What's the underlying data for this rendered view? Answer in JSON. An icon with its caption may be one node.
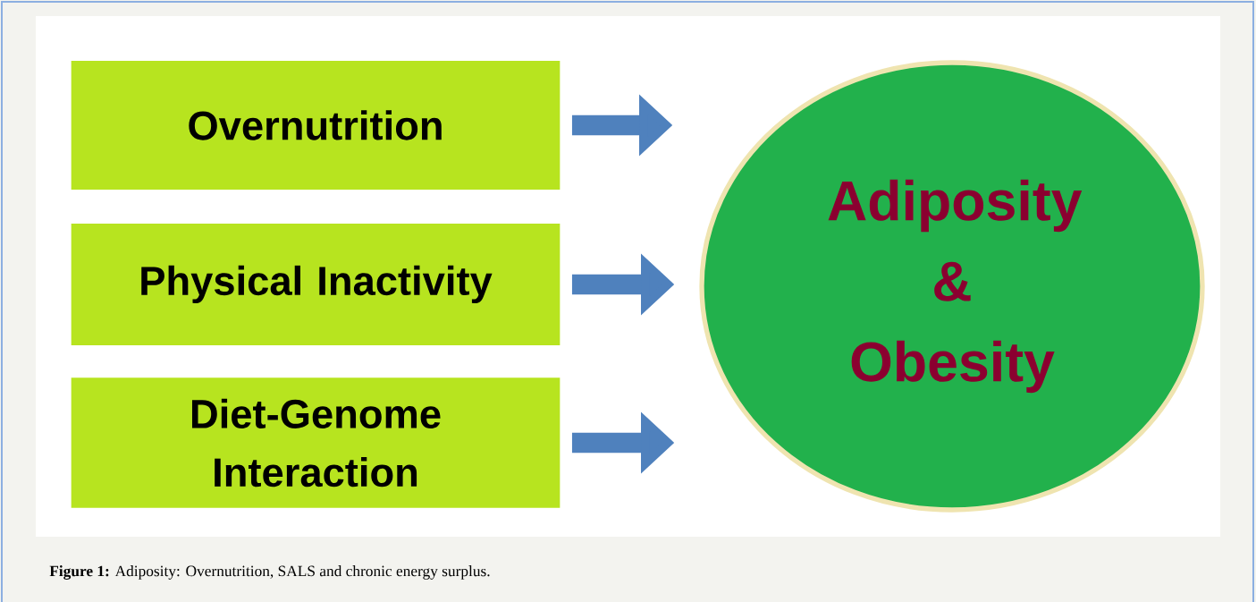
{
  "diagram": {
    "caption": "**Figure 1:** Adiposity: Overnutrition, SALS and chronic energy surplus.",
    "nodes": [
      {
        "text": [
          "Overnutrition"
        ]
      },
      {
        "text": [
          "Physical Inactivity"
        ]
      },
      {
        "text": [
          "Diet-Genome Interaction"
        ]
      },
      {
        "text": [
          "Adiposity & Obesity"
        ]
      }
    ],
    "edges": [
      {
        "from": 0,
        "to": 3,
        "arrow": "to"
      },
      {
        "from": 1,
        "to": 3,
        "arrow": "to"
      },
      {
        "from": 2,
        "to": 3,
        "arrow": "to"
      }
    ]
  }
}
